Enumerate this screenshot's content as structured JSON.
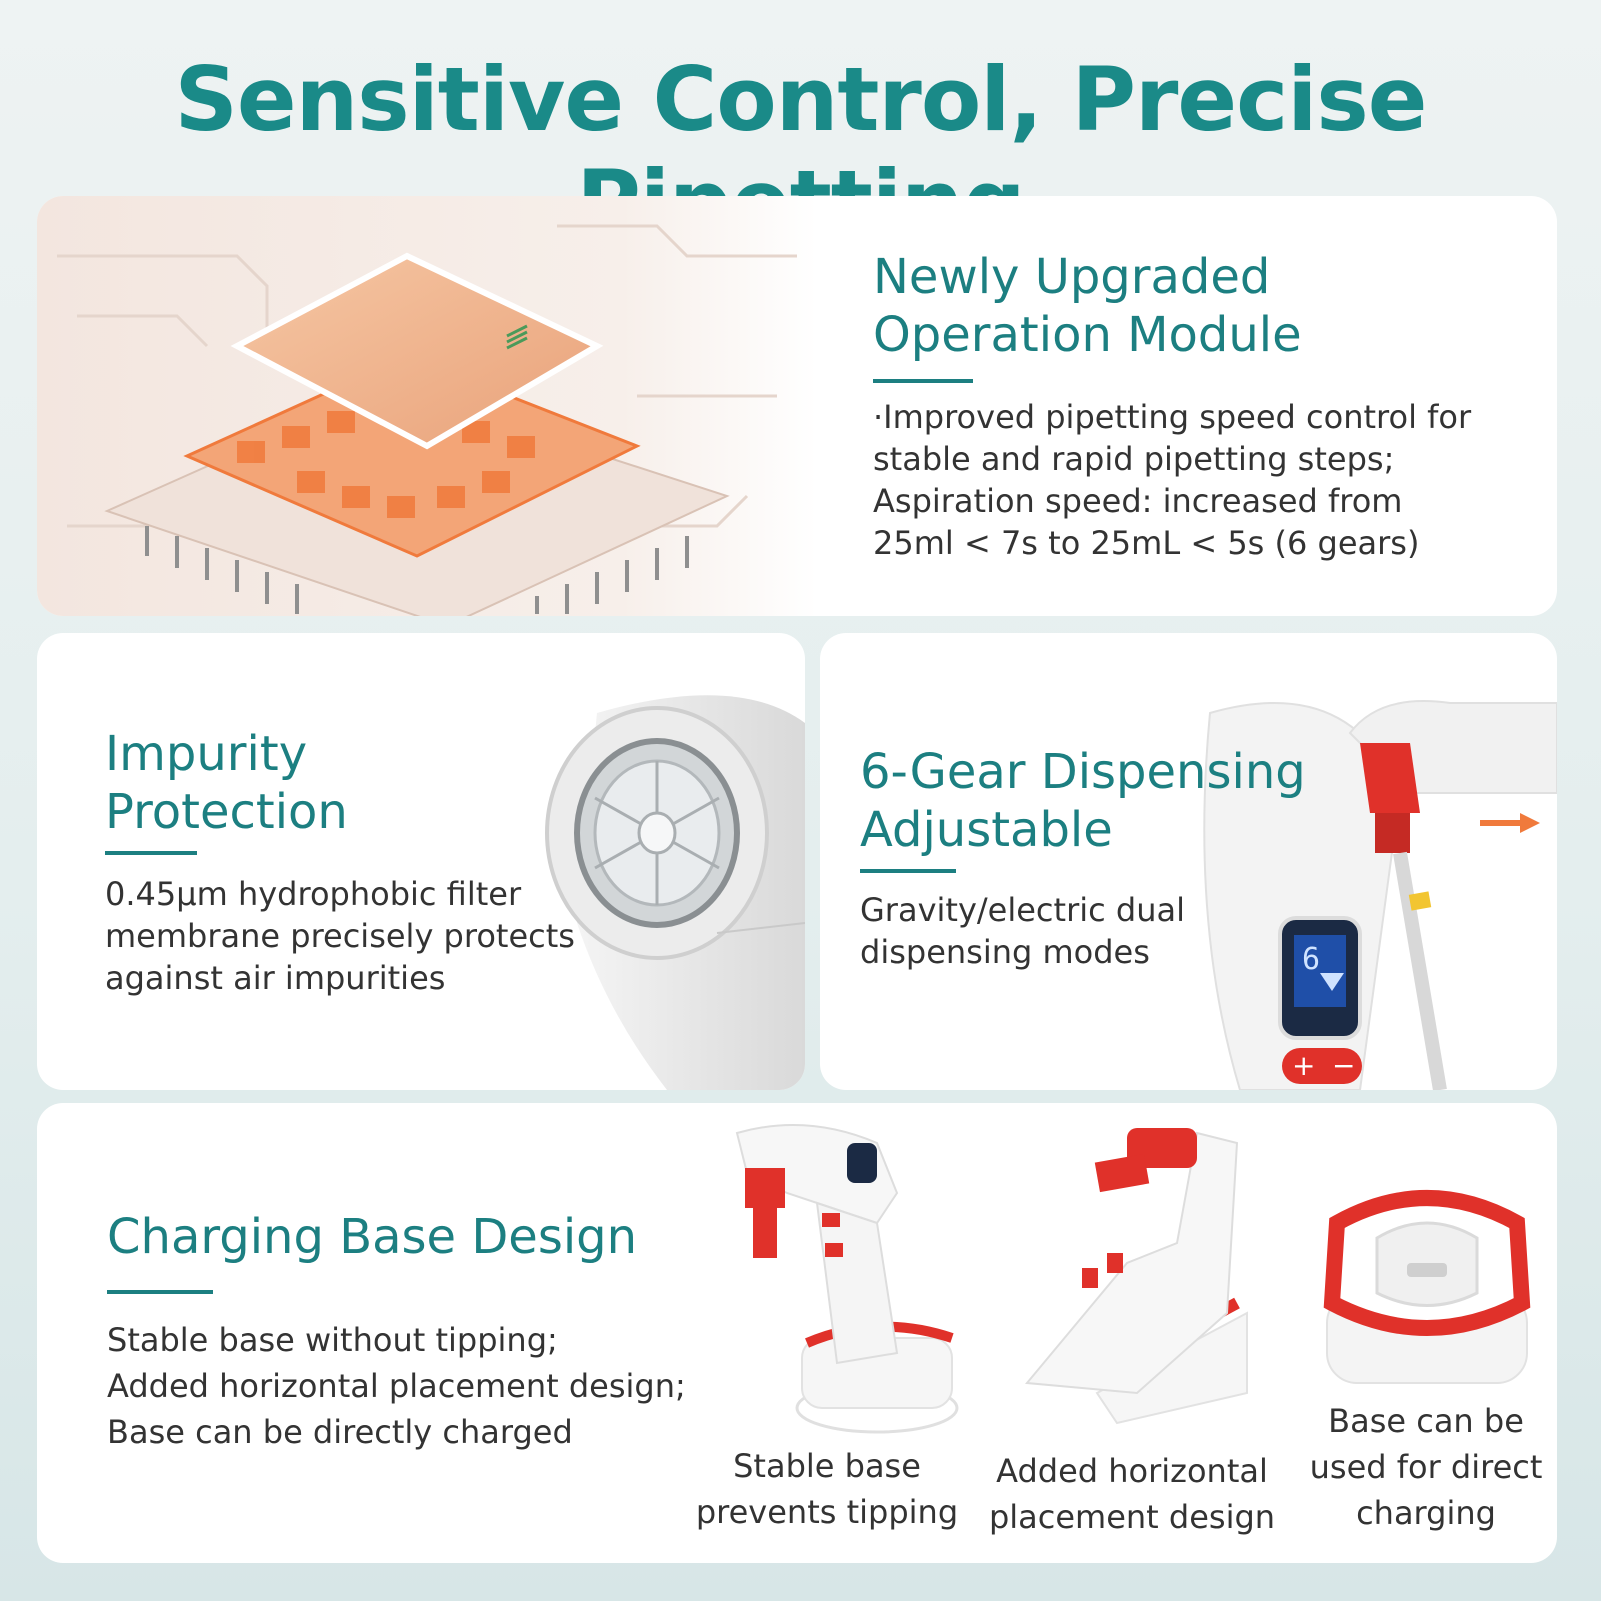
{
  "title": "Sensitive Control, Precise Pipetting",
  "module": {
    "heading_line1": "Newly Upgraded",
    "heading_line2": "Operation Module",
    "body_line1": "·Improved pipetting speed control for",
    "body_line2": "stable and rapid pipetting steps;",
    "body_line3": "Aspiration speed: increased from",
    "body_line4": "25ml < 7s to 25mL < 5s (6 gears)"
  },
  "impurity": {
    "heading_line1": "Impurity",
    "heading_line2": "Protection",
    "body_line1": "0.45μm hydrophobic filter",
    "body_line2": "membrane precisely protects",
    "body_line3": "against air impurities"
  },
  "dispensing": {
    "heading_line1": "6-Gear Dispensing",
    "heading_line2": "Adjustable",
    "body_line1": "Gravity/electric dual",
    "body_line2": "dispensing modes",
    "display_value": "6"
  },
  "charging": {
    "heading": "Charging Base Design",
    "body_line1": "Stable base without tipping;",
    "body_line2": "Added horizontal placement design;",
    "body_line3": "Base can be directly charged",
    "captions": [
      {
        "line1": "Stable base",
        "line2": "prevents tipping"
      },
      {
        "line1": "Added horizontal",
        "line2": "placement design"
      },
      {
        "line1": "Base can be",
        "line2": "used for direct",
        "line3": "charging"
      }
    ]
  },
  "colors": {
    "accent": "#1c7f81",
    "product_red": "#e0312a",
    "chip_orange": "#f07a3c"
  }
}
